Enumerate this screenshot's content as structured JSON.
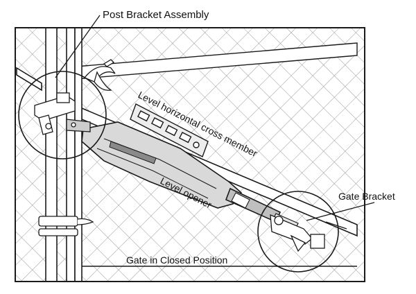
{
  "labels": {
    "post_bracket_assembly": "Post Bracket Assembly",
    "gate_bracket": "Gate Bracket",
    "level_cross_member": "Level horizontal cross member",
    "level_opener": "Level opener",
    "gate_closed": "Gate in Closed Position"
  },
  "colors": {
    "line": "#1a1a1a",
    "mesh": "#9a9a9a",
    "panel_fill": "#e9e9e9",
    "opener_fill": "#d0d0d0",
    "opener_dark": "#777777"
  }
}
